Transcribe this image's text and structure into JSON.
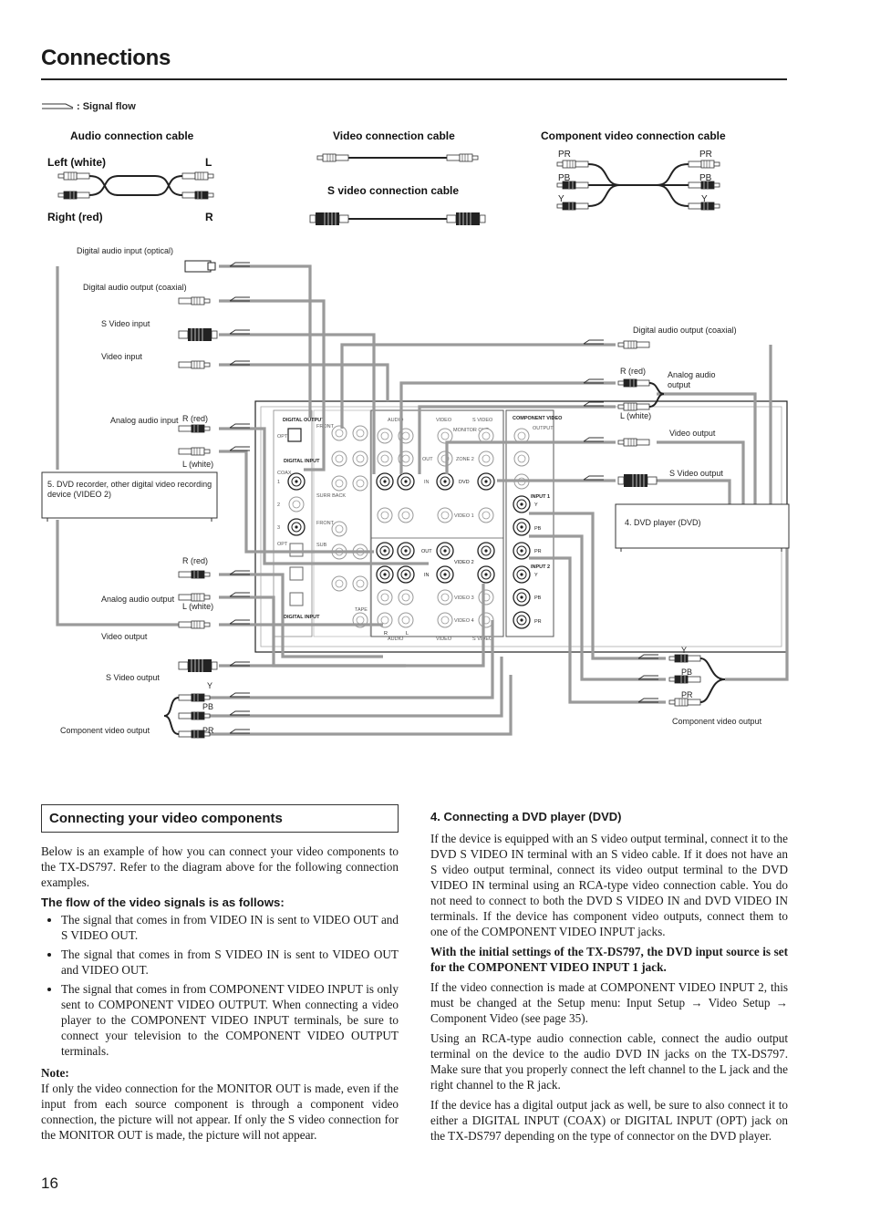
{
  "page": {
    "title": "Connections",
    "number": "16"
  },
  "diagram": {
    "signal_flow": ": Signal flow",
    "legend": {
      "audio_cable": "Audio connection cable",
      "left_white": "Left (white)",
      "right_red": "Right (red)",
      "l": "L",
      "r": "R",
      "video_cable": "Video connection cable",
      "s_video_cable": "S video connection cable",
      "component_cable": "Component video connection cable",
      "pr": "PR",
      "pb": "PB",
      "y": "Y"
    },
    "left_device": {
      "dig_in_opt": "Digital audio input (optical)",
      "dig_out_coax": "Digital audio output (coaxial)",
      "s_video_input": "S Video input",
      "video_input": "Video input",
      "analog_audio_input": "Analog audio input",
      "r_red": "R (red)",
      "l_white": "L (white)",
      "device_name": "5. DVD recorder, other digital video recording device (VIDEO 2)",
      "analog_audio_output": "Analog audio output",
      "video_output": "Video output",
      "s_video_output": "S Video output",
      "component_video_output": "Component video output",
      "y": "Y",
      "pb": "PB",
      "pr": "PR"
    },
    "right_device": {
      "dig_out_coax": "Digital audio output (coaxial)",
      "r_red": "R (red)",
      "analog_audio_output": "Analog audio output",
      "l_white": "L (white)",
      "video_output": "Video output",
      "s_video_output": "S Video output",
      "device_name": "4. DVD player (DVD)",
      "y": "Y",
      "pb": "PB",
      "pr": "PR",
      "component_video_output": "Component video output"
    },
    "panel": {
      "digital_output": "DIGITAL OUTPUT",
      "digital_input": "DIGITAL INPUT",
      "opt": "OPT",
      "coax": "COAX",
      "audio": "AUDIO",
      "video": "VIDEO",
      "s_video": "S VIDEO",
      "component_video": "COMPONENT VIDEO",
      "monitor_out": "MONITOR OUT",
      "zone2": "ZONE 2",
      "out": "OUT",
      "in": "IN",
      "dvd": "DVD",
      "video1": "VIDEO 1",
      "video2": "VIDEO 2",
      "video3": "VIDEO 3",
      "video4": "VIDEO 4",
      "input1": "INPUT 1",
      "input2": "INPUT 2",
      "output": "OUTPUT",
      "front": "FRONT",
      "surr": "SURR",
      "surr_back": "SURR BACK",
      "sub": "SUB",
      "tape": "TAPE",
      "r": "R",
      "l": "L",
      "n1": "1",
      "n2": "2",
      "n3": "3"
    }
  },
  "section": {
    "heading": "Connecting your video components",
    "intro": "Below is an example of how you can connect your video components to the TX-DS797. Refer to the diagram above for the following connection examples.",
    "flow_heading": "The flow of the video signals is as follows:",
    "bullets": [
      "The signal that comes in from VIDEO IN is sent to VIDEO OUT and S VIDEO OUT.",
      "The signal that comes in from S VIDEO IN is sent to VIDEO OUT and VIDEO OUT.",
      "The signal that comes in from COMPONENT VIDEO INPUT is only sent to COMPONENT VIDEO OUTPUT. When connecting a video player to the COMPONENT VIDEO INPUT terminals, be sure to connect your television to the COMPONENT VIDEO OUTPUT terminals."
    ],
    "note_heading": "Note:",
    "note": "If only the video connection for the MONITOR OUT is made, even if the input from each source component is through a component video connection, the picture will not appear. If only the S video connection for the MONITOR OUT is made, the picture will not appear."
  },
  "dvd_section": {
    "heading": "4.  Connecting a DVD player (DVD)",
    "p1": "If the device is equipped with an S video output terminal, connect it to the DVD S VIDEO IN terminal with an S video cable. If it does not have an S video output terminal, connect its video output terminal to the DVD VIDEO IN terminal using an RCA-type video connection cable. You do not need to connect to both the DVD S VIDEO IN and DVD VIDEO IN terminals. If the device has component video outputs, connect them to one of the COMPONENT VIDEO INPUT jacks.",
    "bold": "With the initial settings of the TX-DS797, the DVD input source is set for the COMPONENT VIDEO INPUT 1 jack.",
    "p2": "If the video connection is made at COMPONENT VIDEO INPUT 2, this must be changed at the Setup menu: Input Setup → Video Setup → Component Video (see page 35).",
    "p3": "Using an RCA-type audio connection cable, connect the audio output terminal on the device to the audio DVD IN jacks on the TX-DS797. Make sure that you properly connect the left channel to the L jack and the right channel to the R jack.",
    "p4": "If the device has a digital output jack as well, be sure to also connect it to either a DIGITAL INPUT (COAX) or DIGITAL INPUT (OPT) jack on the TX-DS797 depending on the type of connector on the DVD player."
  }
}
